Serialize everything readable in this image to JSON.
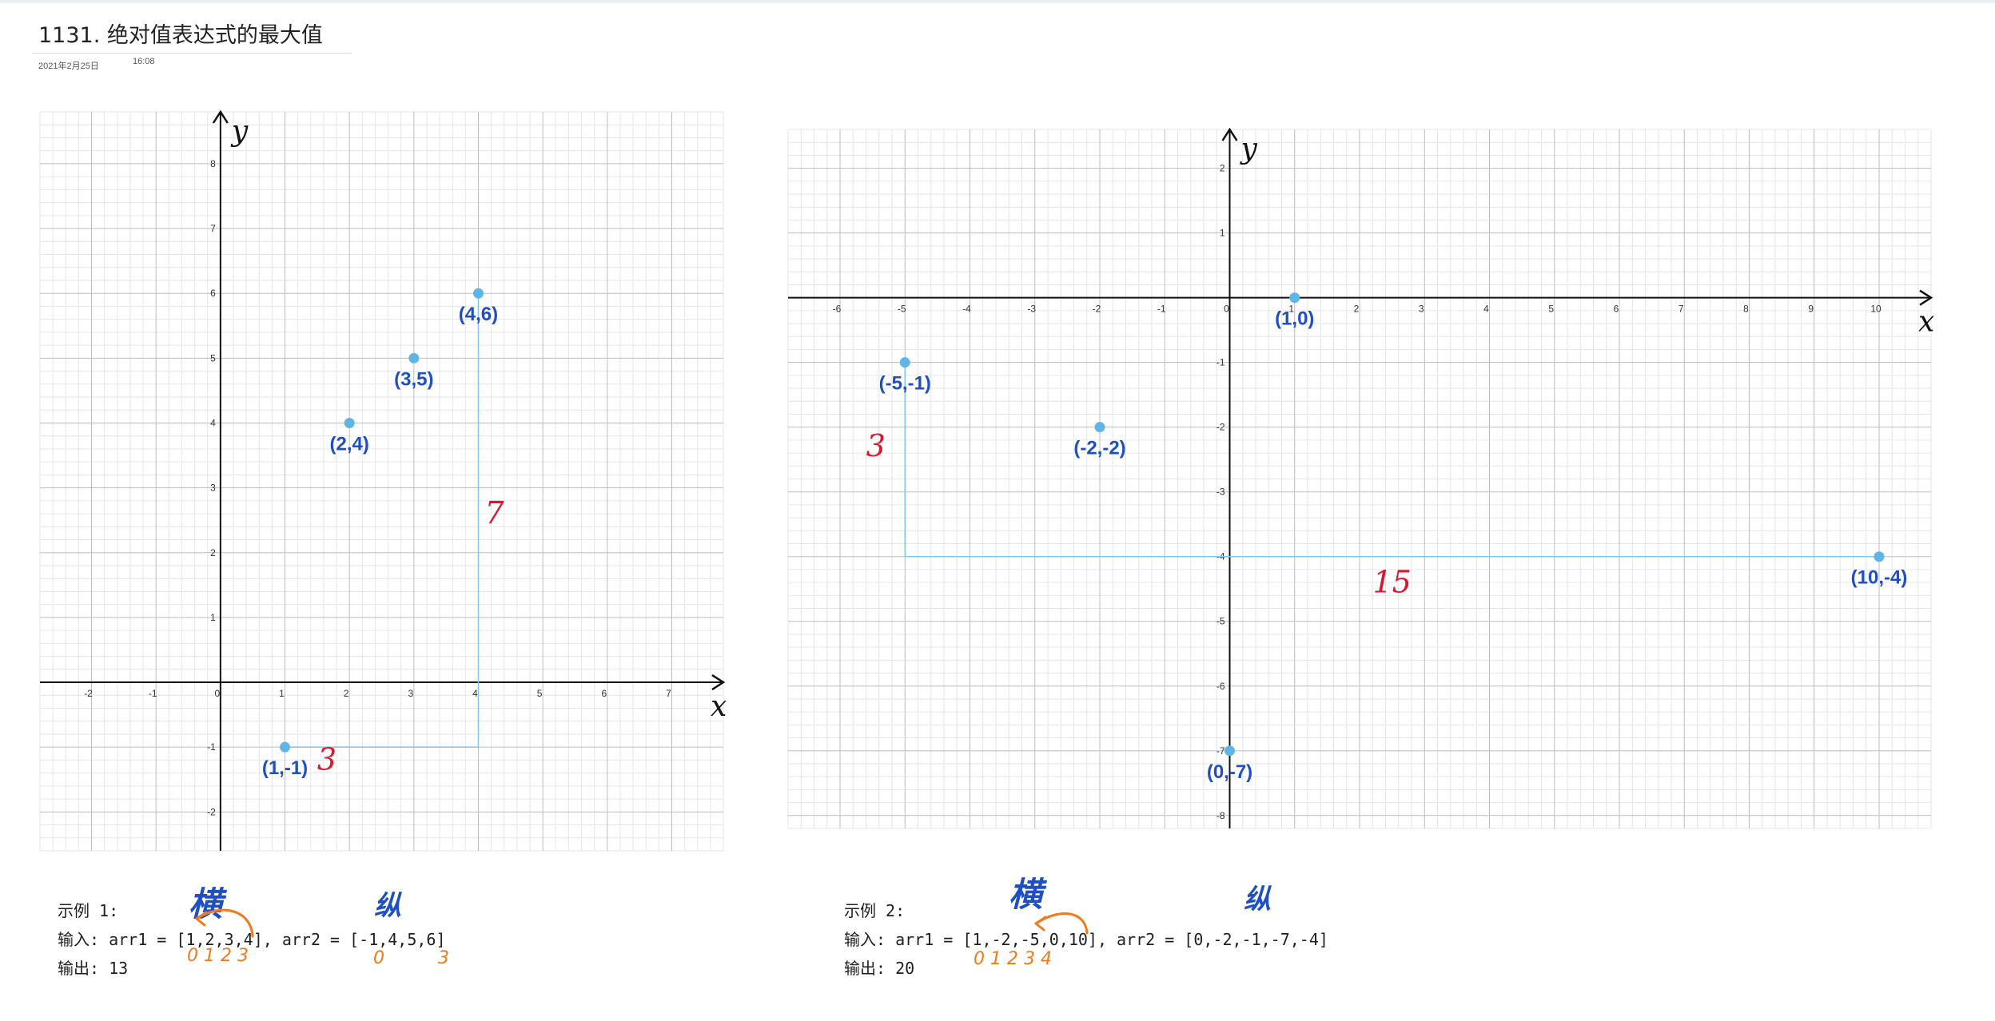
{
  "page": {
    "title": "1131. 绝对值表达式的最大值",
    "date": "2021年2月25日",
    "time": "16:08"
  },
  "chart_data": [
    {
      "type": "scatter",
      "xlabel": "x",
      "ylabel": "y",
      "xlim": [
        -2.8,
        7.8
      ],
      "ylim": [
        -2.6,
        8.8
      ],
      "xticks": [
        -2,
        -1,
        0,
        1,
        2,
        3,
        4,
        5,
        6,
        7
      ],
      "yticks": [
        -2,
        -1,
        1,
        2,
        3,
        4,
        5,
        6,
        7,
        8
      ],
      "grid": true,
      "points": [
        {
          "x": 1,
          "y": -1,
          "label": "(1,-1)"
        },
        {
          "x": 2,
          "y": 4,
          "label": "(2,4)"
        },
        {
          "x": 3,
          "y": 5,
          "label": "(3,5)"
        },
        {
          "x": 4,
          "y": 6,
          "label": "(4,6)"
        }
      ],
      "guides": [
        {
          "from": [
            1,
            -1
          ],
          "to": [
            4,
            -1
          ]
        },
        {
          "from": [
            4,
            -1
          ],
          "to": [
            4,
            6
          ]
        }
      ],
      "annotations": [
        {
          "text": "3",
          "x": 1.65,
          "y": -1.35
        },
        {
          "text": "7",
          "x": 4.25,
          "y": 2.45
        }
      ]
    },
    {
      "type": "scatter",
      "xlabel": "x",
      "ylabel": "y",
      "xlim": [
        -6.8,
        10.8
      ],
      "ylim": [
        -8.2,
        2.6
      ],
      "xticks": [
        -6,
        -5,
        -4,
        -3,
        -2,
        -1,
        0,
        1,
        2,
        3,
        4,
        5,
        6,
        7,
        8,
        9,
        10
      ],
      "yticks": [
        -8,
        -7,
        -6,
        -5,
        -4,
        -3,
        -2,
        -1,
        1,
        2
      ],
      "grid": true,
      "points": [
        {
          "x": 1,
          "y": 0,
          "label": "(1,0)"
        },
        {
          "x": -5,
          "y": -1,
          "label": "(-5,-1)"
        },
        {
          "x": -2,
          "y": -2,
          "label": "(-2,-2)"
        },
        {
          "x": 10,
          "y": -4,
          "label": "(10,-4)"
        },
        {
          "x": 0,
          "y": -7,
          "label": "(0,-7)"
        }
      ],
      "guides": [
        {
          "from": [
            -5,
            -1
          ],
          "to": [
            -5,
            -4
          ]
        },
        {
          "from": [
            -5,
            -4
          ],
          "to": [
            10,
            -4
          ]
        }
      ],
      "annotations": [
        {
          "text": "3",
          "x": -5.45,
          "y": -2.45
        },
        {
          "text": "15",
          "x": 2.5,
          "y": -4.55
        }
      ]
    }
  ],
  "examples": [
    {
      "heading": "示例 1:",
      "input": "输入: arr1 = [1,2,3,4], arr2 = [-1,4,5,6]",
      "output": "输出: 13",
      "ink_horizontal": "横",
      "ink_vertical": "纵",
      "indices_arr1": "0 1 2 3",
      "indices_arr2_first": "0",
      "indices_arr2_last": "3"
    },
    {
      "heading": "示例 2:",
      "input": "输入: arr1 = [1,-2,-5,0,10], arr2 = [0,-2,-1,-7,-4]",
      "output": "输出: 20",
      "ink_horizontal": "横",
      "ink_vertical": "纵",
      "indices_arr1": "0 1 2 3 4"
    }
  ],
  "colors": {
    "point": "#5fb6e6",
    "guide": "#7fc8ea",
    "label": "#1f4fc4",
    "annotation": "#e0152e",
    "index": "#f07a1f",
    "grid_major": "#bdbdbd",
    "grid_minor": "#e6e6e6",
    "axis": "#111111"
  }
}
